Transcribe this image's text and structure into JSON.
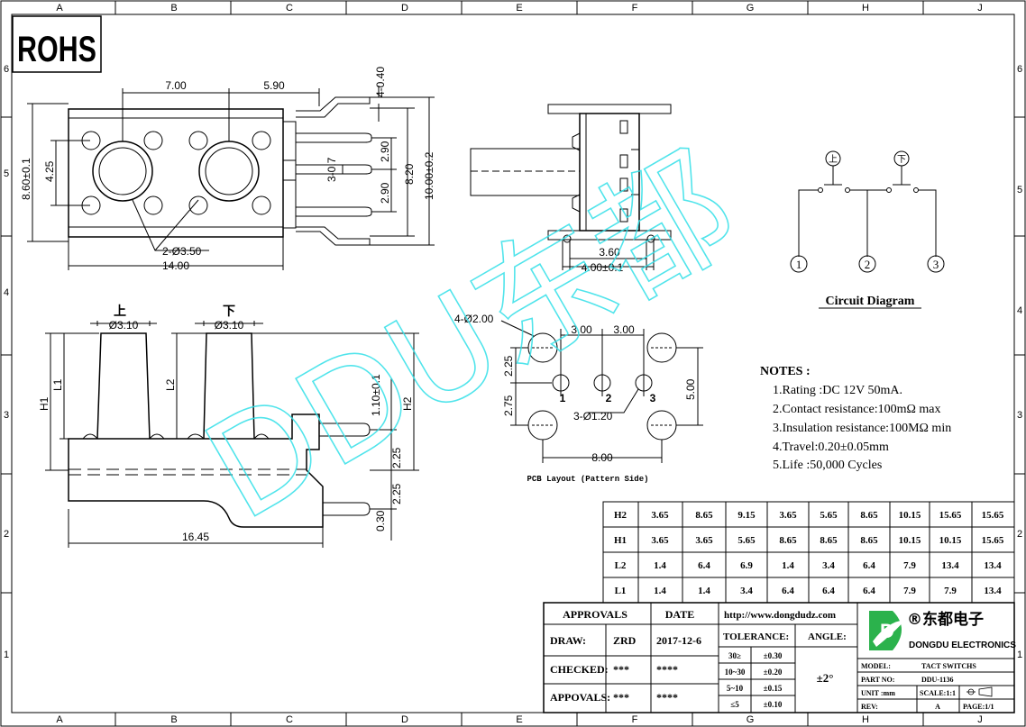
{
  "border": {
    "columns": [
      "A",
      "B",
      "C",
      "D",
      "E",
      "F",
      "G",
      "H",
      "J"
    ],
    "rows": [
      "6",
      "5",
      "4",
      "3",
      "2",
      "1"
    ]
  },
  "rohs": "ROHS",
  "watermark": "DDU东都",
  "top_view": {
    "dims": {
      "d_7": "7.00",
      "d_590": "5.90",
      "d_040": "4-0.40",
      "d_860": "8.60±0.1",
      "d_425": "4.25",
      "d_07": "3-0.7",
      "d_290a": "2.90",
      "d_290b": "2.90",
      "d_820": "8.20",
      "d_1000": "10.00±0.2",
      "d_350": "2-Ø3.50",
      "d_1400": "14.00"
    }
  },
  "end_view": {
    "dims": {
      "d_360": "3.60",
      "d_400": "4.00±0.1"
    }
  },
  "circuit": {
    "title": "Circuit Diagram",
    "sw1": "上",
    "sw2": "下",
    "pins": [
      "1",
      "2",
      "3"
    ]
  },
  "side_view": {
    "labels": {
      "top": "上",
      "bottom": "下"
    },
    "dims": {
      "d_310a": "Ø3.10",
      "d_310b": "Ø3.10",
      "h1": "H1",
      "l1": "L1",
      "l2": "L2",
      "h2": "H2",
      "d_110": "1.10±0.1",
      "d_225a": "2.25",
      "d_225b": "2.25",
      "d_030": "0.30",
      "d_1645": "16.45"
    }
  },
  "pcb": {
    "caption": "PCB Layout (Pattern Side)",
    "dims": {
      "d_200": "4-Ø2.00",
      "d_300a": "3.00",
      "d_300b": "3.00",
      "d_225": "2.25",
      "d_275": "2.75",
      "d_500": "5.00",
      "d_120": "3-Ø1.20",
      "d_800": "8.00"
    },
    "pins": [
      "1",
      "2",
      "3"
    ]
  },
  "notes": {
    "title": "NOTES :",
    "items": [
      "1.Rating :DC 12V 50mA.",
      "2.Contact resistance:100mΩ max",
      "3.Insulation resistance:100MΩ min",
      "4.Travel:0.20±0.05mm",
      "5.Life :50,000 Cycles"
    ]
  },
  "dim_table": {
    "rows": [
      {
        "label": "H2",
        "values": [
          "3.65",
          "8.65",
          "9.15",
          "3.65",
          "5.65",
          "8.65",
          "10.15",
          "15.65",
          "15.65"
        ]
      },
      {
        "label": "H1",
        "values": [
          "3.65",
          "3.65",
          "5.65",
          "8.65",
          "8.65",
          "8.65",
          "10.15",
          "10.15",
          "15.65"
        ]
      },
      {
        "label": "L2",
        "values": [
          "1.4",
          "6.4",
          "6.9",
          "1.4",
          "3.4",
          "6.4",
          "7.9",
          "13.4",
          "13.4"
        ]
      },
      {
        "label": "L1",
        "values": [
          "1.4",
          "1.4",
          "3.4",
          "6.4",
          "6.4",
          "6.4",
          "7.9",
          "7.9",
          "13.4"
        ]
      }
    ]
  },
  "title_block": {
    "approvals": "APPROVALS",
    "date": "DATE",
    "draw": "DRAW:",
    "draw_by": "ZRD",
    "draw_date": "2017-12-6",
    "checked": "CHECKED:",
    "checked_by": "***",
    "checked_date": "****",
    "appovals": "APPOVALS:",
    "appovals_by": "***",
    "appovals_date": "****",
    "url": "http://www.dongdudz.com",
    "tolerance": "TOLERANCE:",
    "angle": "ANGLE:",
    "angle_val": "±2°",
    "tol_rows": [
      {
        "range": "30≥",
        "val": "±0.30"
      },
      {
        "range": "10~30",
        "val": "±0.20"
      },
      {
        "range": "5~10",
        "val": "±0.15"
      },
      {
        "range": "≤5",
        "val": "±0.10"
      }
    ],
    "company_cn": "®东都电子",
    "company_en": "DONGDU ELECTRONICS",
    "logo_letter": "D",
    "model_lbl": "MODEL:",
    "model_val": "TACT SWITCHS",
    "part_lbl": "PART NO:",
    "part_val": "DDU-1136",
    "unit_lbl": "UNIT :mm",
    "scale": "SCALE:1:1",
    "rev_lbl": "REV:",
    "rev_val": "A",
    "page": "PAGE:1/1"
  },
  "colors": {
    "line": "#000000",
    "watermark": "#33e0e8",
    "logo_green": "#2bb24c"
  }
}
